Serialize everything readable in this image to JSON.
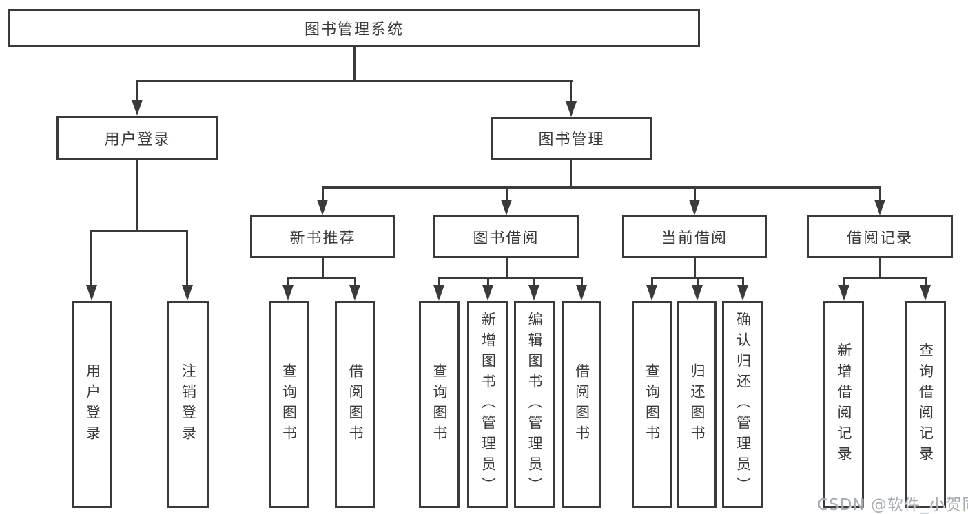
{
  "diagram": {
    "type": "hierarchy-tree",
    "root": {
      "label": "图书管理系统"
    },
    "level2": [
      {
        "label": "用户登录",
        "parent": "图书管理系统"
      },
      {
        "label": "图书管理",
        "parent": "图书管理系统"
      }
    ],
    "level3": [
      {
        "label": "新书推荐",
        "parent": "图书管理"
      },
      {
        "label": "图书借阅",
        "parent": "图书管理"
      },
      {
        "label": "当前借阅",
        "parent": "图书管理"
      },
      {
        "label": "借阅记录",
        "parent": "图书管理"
      }
    ],
    "leaves": [
      {
        "label": "用户登录",
        "parent": "用户登录"
      },
      {
        "label": "注销登录",
        "parent": "用户登录"
      },
      {
        "label": "查询图书",
        "parent": "新书推荐"
      },
      {
        "label": "借阅图书",
        "parent": "新书推荐"
      },
      {
        "label": "查询图书",
        "parent": "图书借阅"
      },
      {
        "label": "新增图书（管理员）",
        "parent": "图书借阅"
      },
      {
        "label": "编辑图书（管理员）",
        "parent": "图书借阅"
      },
      {
        "label": "借阅图书",
        "parent": "图书借阅"
      },
      {
        "label": "查询图书",
        "parent": "当前借阅"
      },
      {
        "label": "归还图书",
        "parent": "当前借阅"
      },
      {
        "label": "确认归还（管理员）",
        "parent": "当前借阅"
      },
      {
        "label": "新增借阅记录",
        "parent": "借阅记录"
      },
      {
        "label": "查询借阅记录",
        "parent": "借阅记录"
      }
    ]
  },
  "watermark": {
    "text": "CSDN @软件_小贺同学"
  },
  "colors": {
    "line": "#3a3a3a",
    "text": "#3a3a3a",
    "background": "#ffffff",
    "watermark": "#989ea5"
  }
}
